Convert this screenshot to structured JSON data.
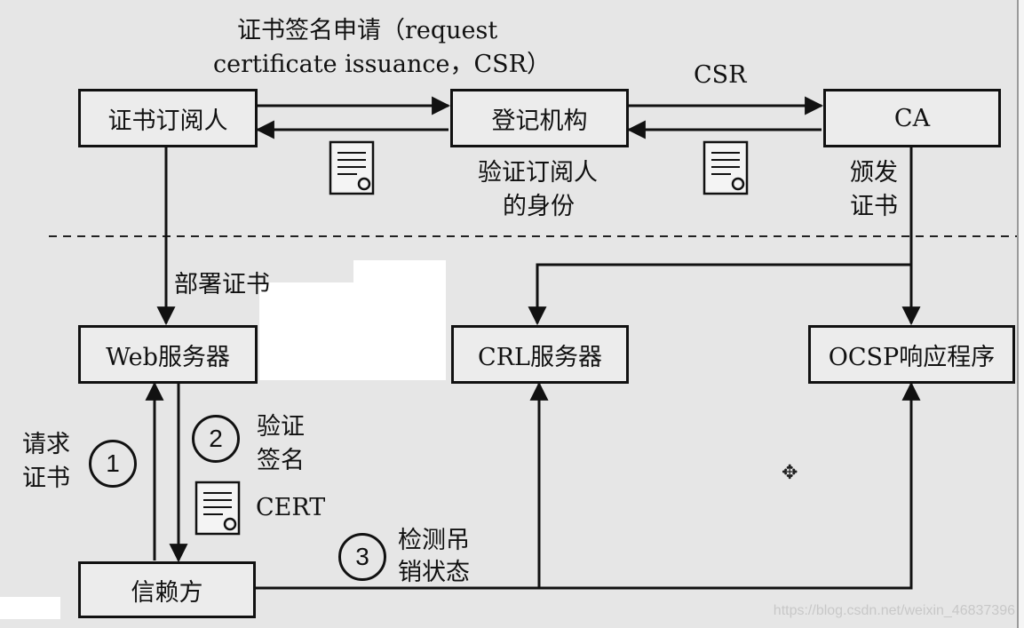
{
  "boxes": {
    "subscriber": "证书订阅人",
    "registration": "登记机构",
    "ca": "CA",
    "web_server": "Web服务器",
    "crl_server": "CRL服务器",
    "ocsp": "OCSP响应程序",
    "relying_party": "信赖方"
  },
  "labels": {
    "csr_request_line1": "证书签名申请（request",
    "csr_request_line2": "certificate issuance，CSR）",
    "csr": "CSR",
    "verify_identity_line1": "验证订阅人",
    "verify_identity_line2": "的身份",
    "issue_cert_line1": "颁发",
    "issue_cert_line2": "证书",
    "deploy_cert": "部署证书",
    "request_cert_line1": "请求",
    "request_cert_line2": "证书",
    "verify_sig_line1": "验证",
    "verify_sig_line2": "签名",
    "cert": "CERT",
    "check_revocation_line1": "检测吊",
    "check_revocation_line2": "销状态"
  },
  "steps": [
    "1",
    "2",
    "3"
  ],
  "watermark": "https://blog.csdn.net/weixin_46837396"
}
